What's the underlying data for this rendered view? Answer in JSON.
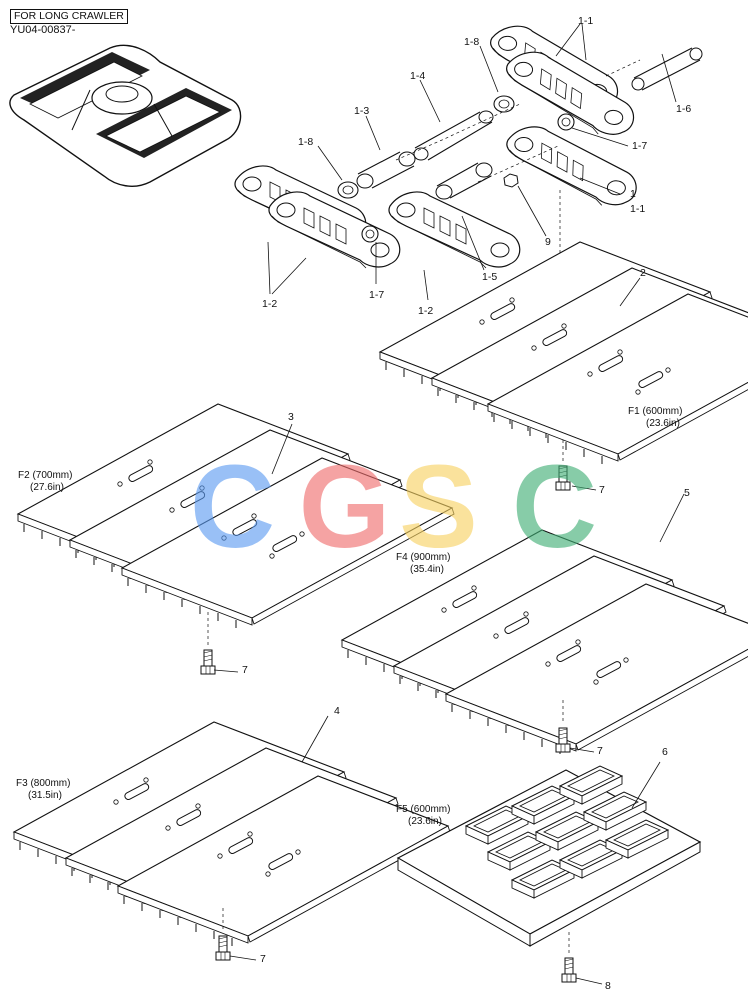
{
  "header": {
    "tag": "FOR LONG CRAWLER",
    "code": "YU04-00837-"
  },
  "labels": {
    "l_1_1a": "1-1",
    "l_1_8a": "1-8",
    "l_1_4": "1-4",
    "l_1_6": "1-6",
    "l_1_3": "1-3",
    "l_1_8b": "1-8",
    "l_1_7a": "1-7",
    "l_1": "1",
    "l_1_1b": "1-1",
    "l_9": "9",
    "l_1_5": "1-5",
    "l_1_7b": "1-7",
    "l_1_2a": "1-2",
    "l_1_2b": "1-2",
    "l_2": "2",
    "l_3": "3",
    "l_4": "4",
    "l_5": "5",
    "l_6": "6",
    "l_7a": "7",
    "l_7b": "7",
    "l_7c": "7",
    "l_7d": "7",
    "l_8": "8"
  },
  "shoes": {
    "f1_name": "F1 (600mm)",
    "f1_in": "(23.6in)",
    "f2_name": "F2 (700mm)",
    "f2_in": "(27.6in)",
    "f3_name": "F3 (800mm)",
    "f3_in": "(31.5in)",
    "f4_name": "F4 (900mm)",
    "f4_in": "(35.4in)",
    "f5_name": "F5 (600mm)",
    "f5_in": "(23.6in)"
  },
  "watermark": {
    "letters": [
      "C",
      "G",
      "S",
      "C"
    ],
    "colors": [
      "#5b9bf2",
      "#ef6c6c",
      "#f7d160",
      "#3fae74"
    ]
  }
}
